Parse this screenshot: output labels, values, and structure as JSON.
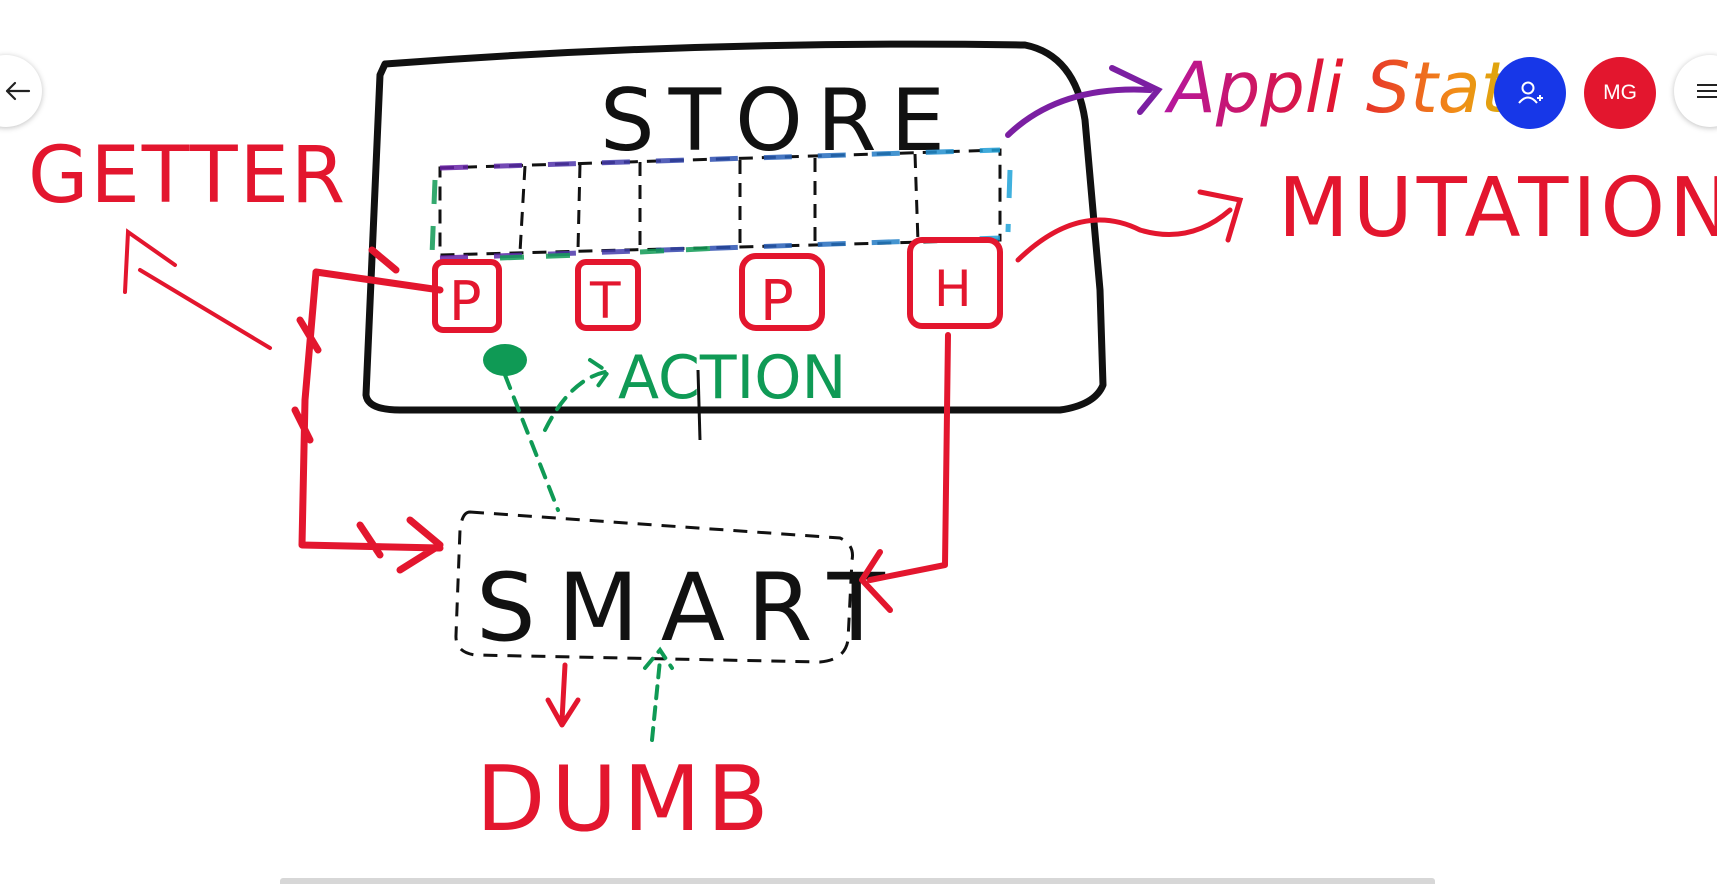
{
  "toolbar": {
    "back_icon": "arrow-left-icon",
    "invite_icon": "add-user-icon",
    "avatar_initials": "MG",
    "menu_icon": "hamburger-menu-icon",
    "colors": {
      "invite": "#1737e8",
      "avatar": "#e3162e"
    }
  },
  "board": {
    "store_label": "STORE",
    "appli_state_label": "Appli State",
    "mutations_label": "MUTATIONS",
    "getter_label": "GETTER",
    "action_label": "ACTION",
    "smart_label": "SMART",
    "dumb_label": "DUMB",
    "store_slots": [
      "P",
      "T",
      "P",
      "H"
    ],
    "ink_colors": {
      "black": "#111111",
      "red": "#e3162e",
      "green": "#0f9a55",
      "purple": "#7b1fa2"
    }
  }
}
